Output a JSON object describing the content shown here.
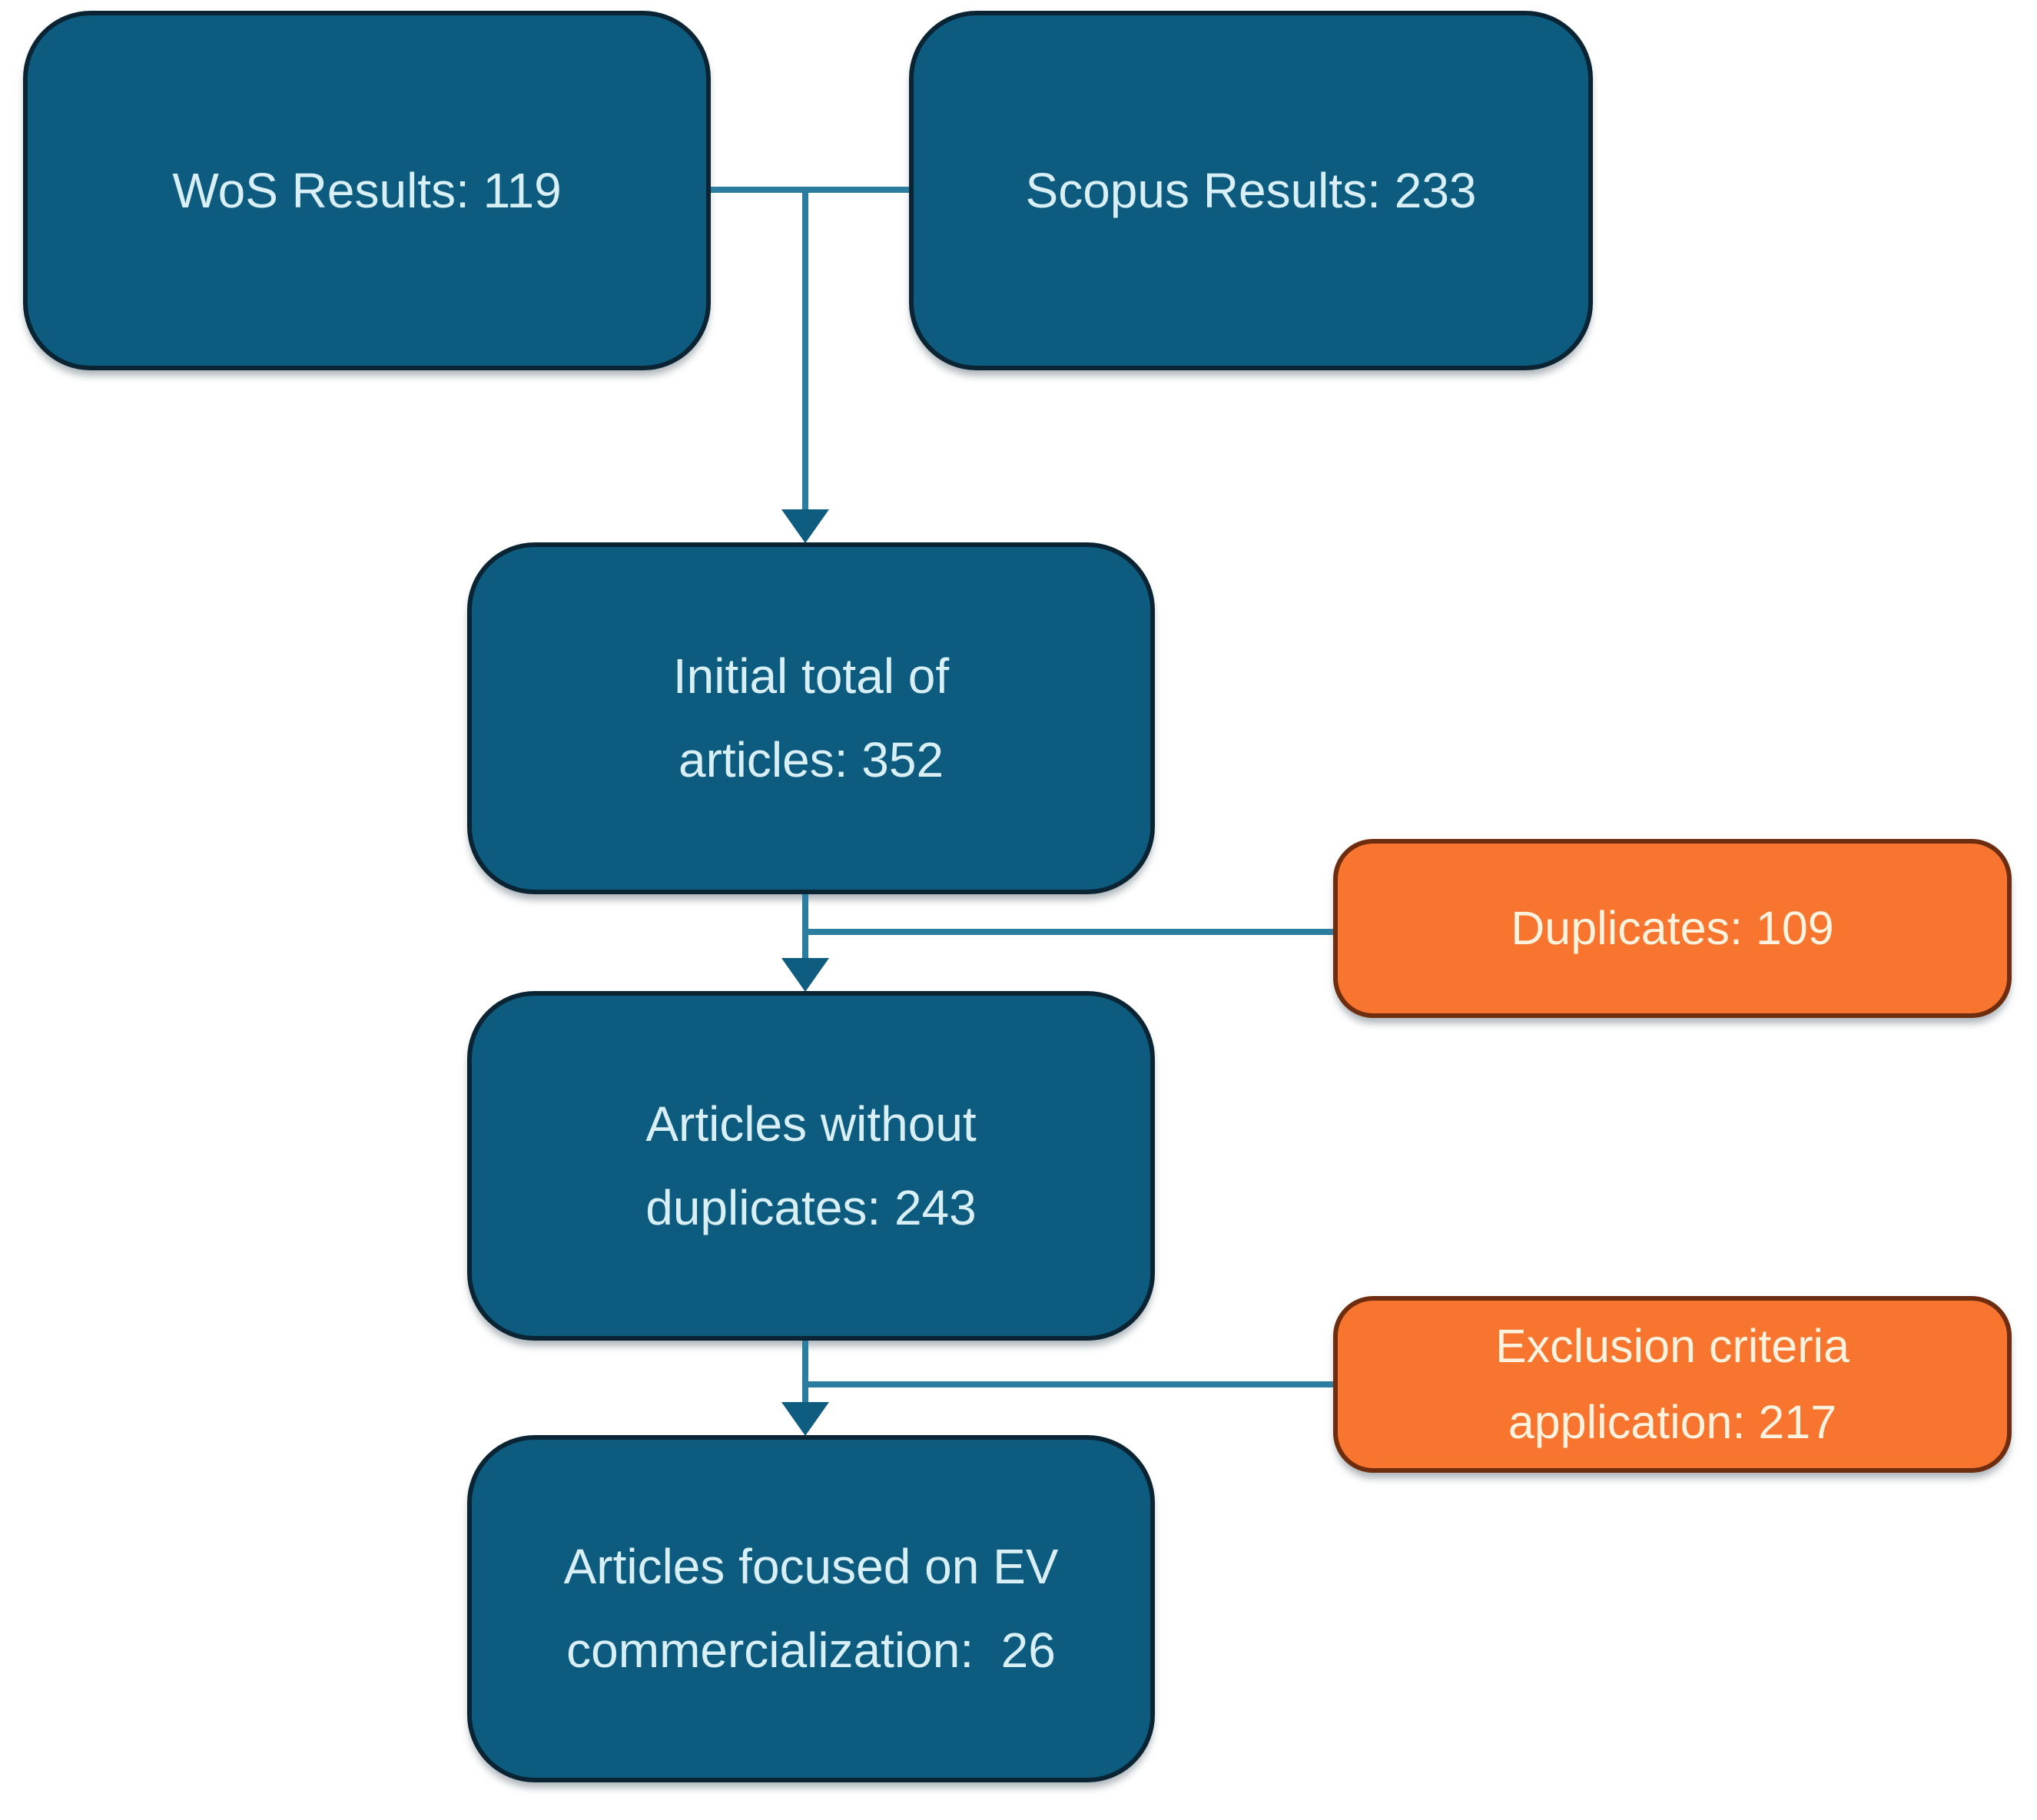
{
  "flowchart": {
    "description": "Article screening flow diagram (literature selection)",
    "nodes": {
      "wos": {
        "label": "WoS Results: 119"
      },
      "scopus": {
        "label": "Scopus Results: 233"
      },
      "initial_total": {
        "lines": [
          "Initial total of",
          "articles: 352"
        ]
      },
      "duplicates": {
        "label": "Duplicates: 109"
      },
      "without_duplicates": {
        "lines": [
          "Articles without",
          "duplicates: 243"
        ]
      },
      "exclusion": {
        "lines": [
          "Exclusion criteria",
          "application: 217"
        ]
      },
      "final": {
        "lines": [
          "Articles focused on EV",
          "commercialization:  26"
        ]
      }
    },
    "colors": {
      "teal_fill": "#0D5C7F",
      "teal_border": "#0A2433",
      "teal_text": "#D8EFF5",
      "orange_fill": "#F7752F",
      "orange_border": "#6F2D0F",
      "orange_text": "#FCF2DE",
      "connector": "#2A7D9F",
      "arrowhead": "#0E5D81",
      "background": "#FFFFFF"
    }
  }
}
